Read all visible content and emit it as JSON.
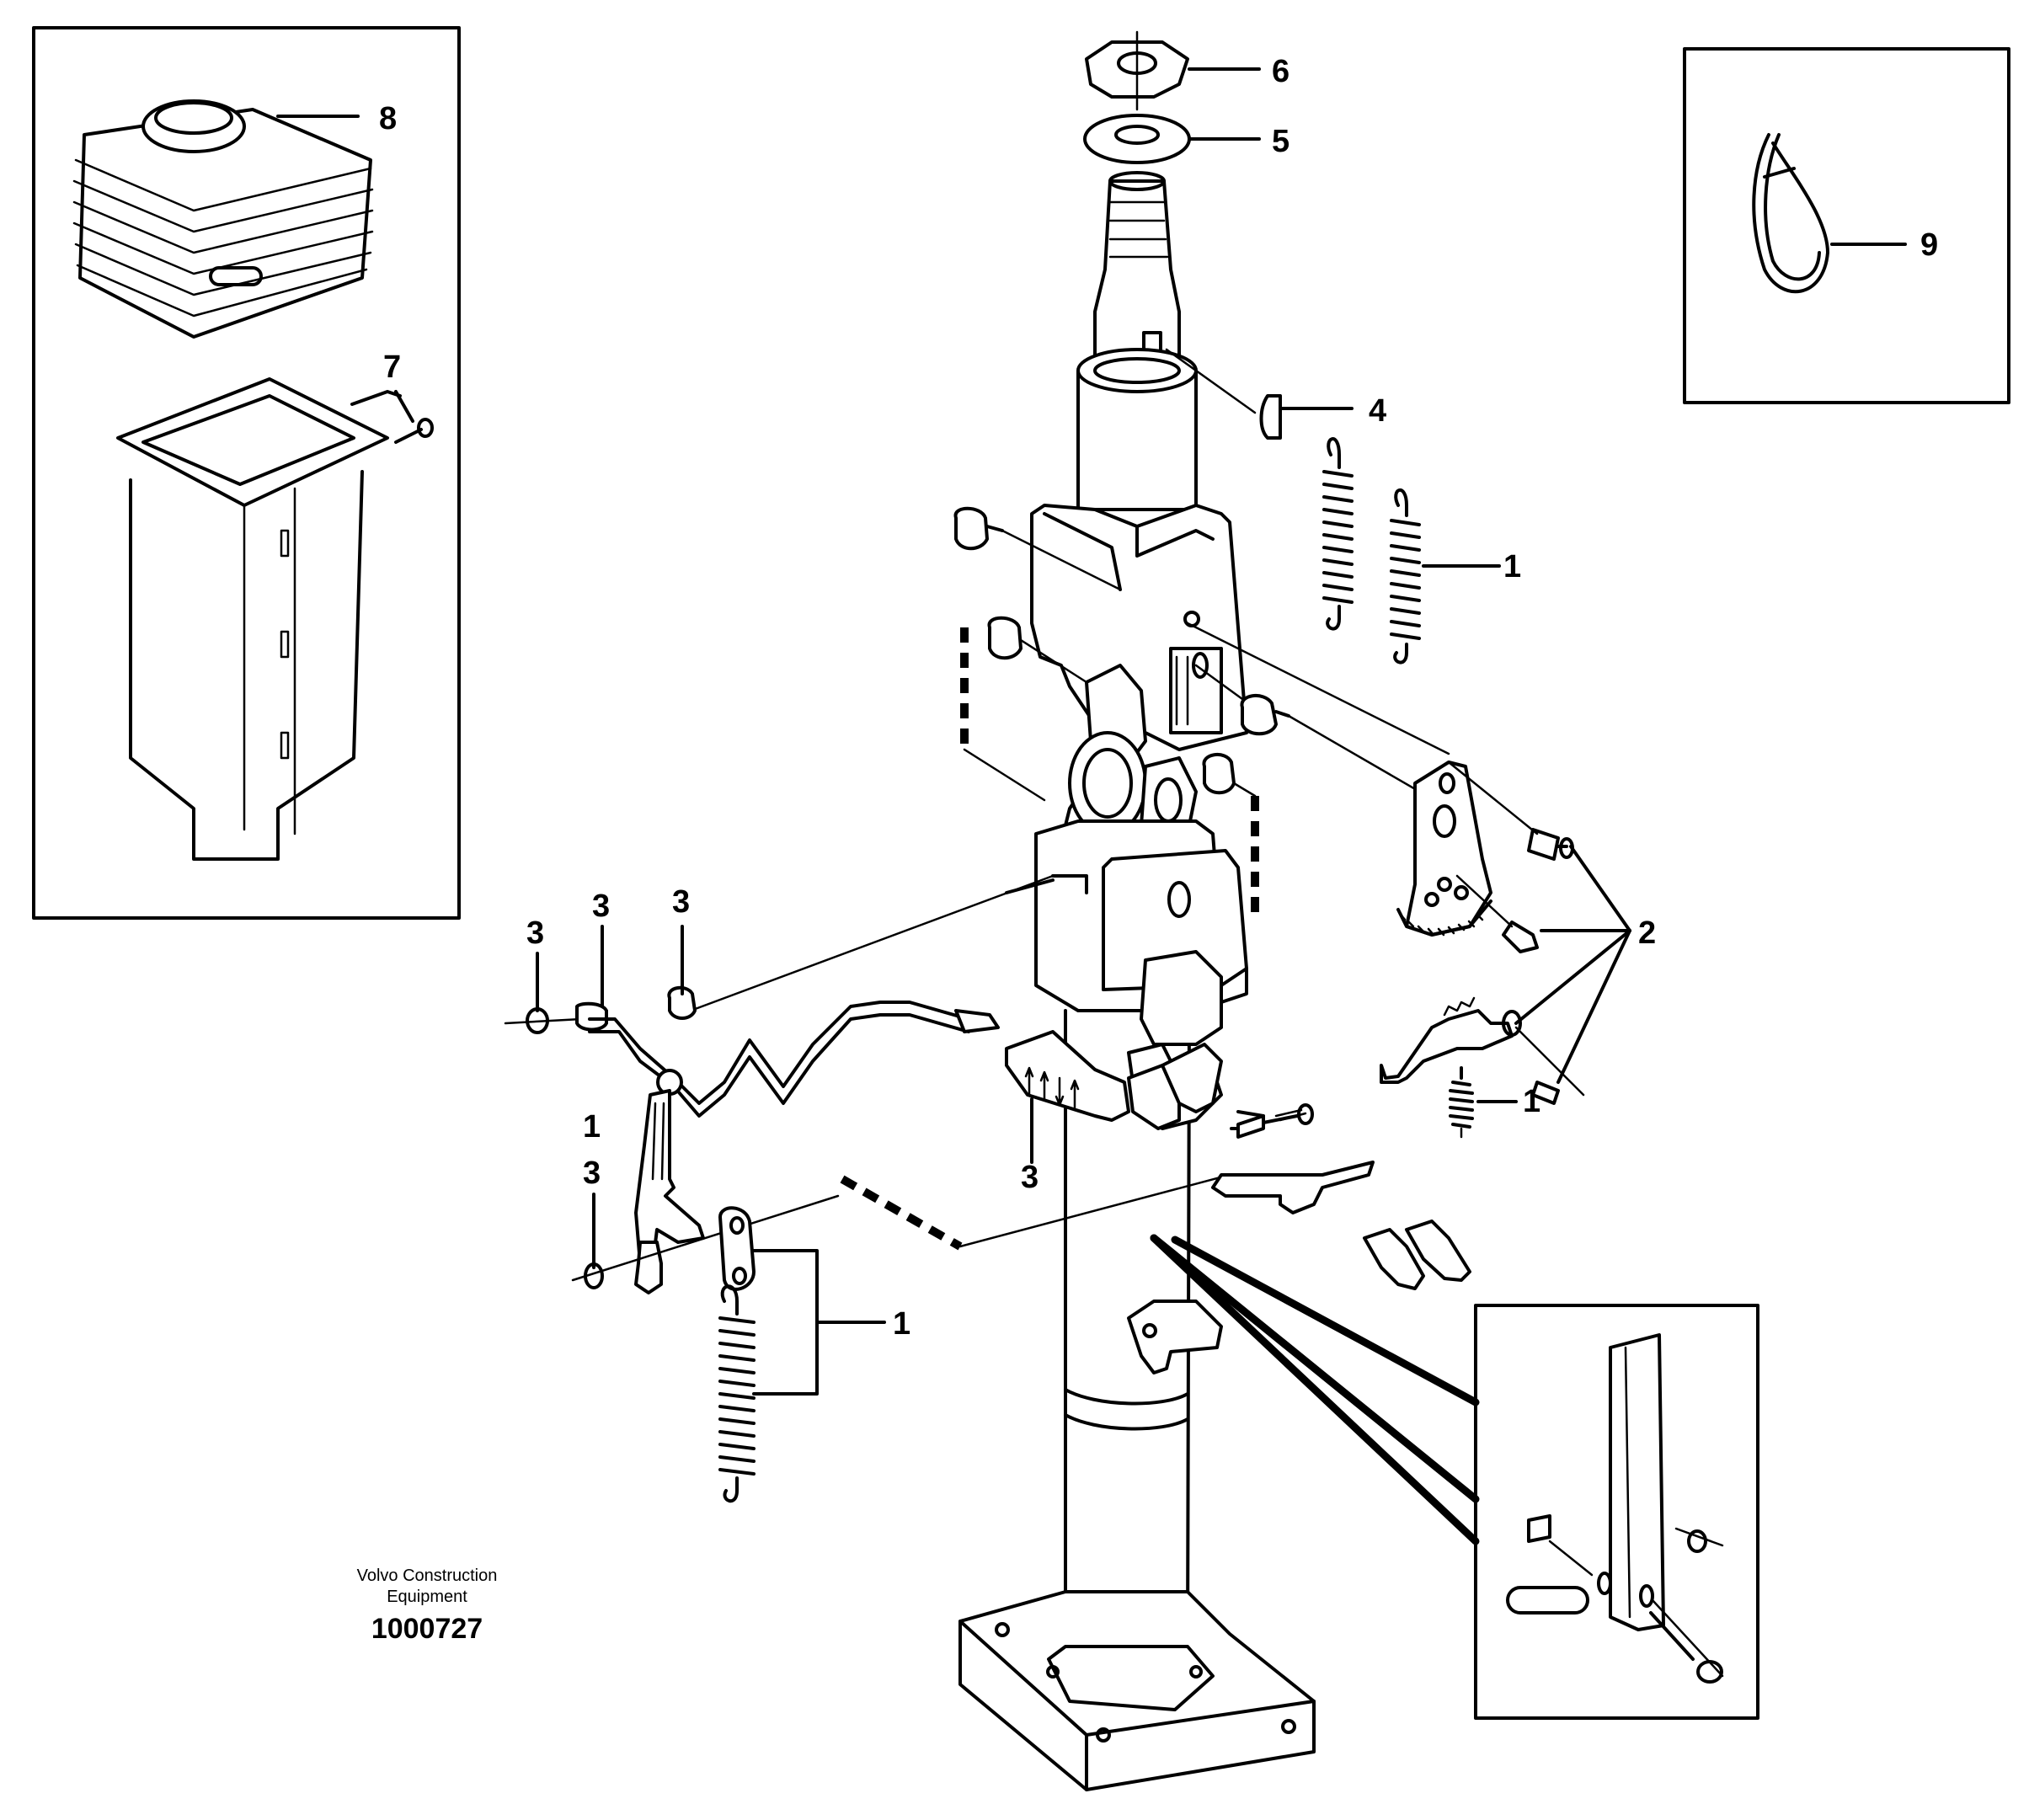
{
  "callouts": {
    "c6": "6",
    "c5": "5",
    "c4": "4",
    "c8": "8",
    "c7": "7",
    "c9": "9",
    "c1a": "1",
    "c2": "2",
    "c1b": "1",
    "c3a": "3",
    "c3b": "3",
    "c3c": "3",
    "c3d": "3",
    "c1c": "1",
    "c3e": "3",
    "c1d": "1"
  },
  "credit": {
    "line1": "Volvo Construction",
    "line2": "Equipment",
    "drawing_number": "1000727"
  }
}
